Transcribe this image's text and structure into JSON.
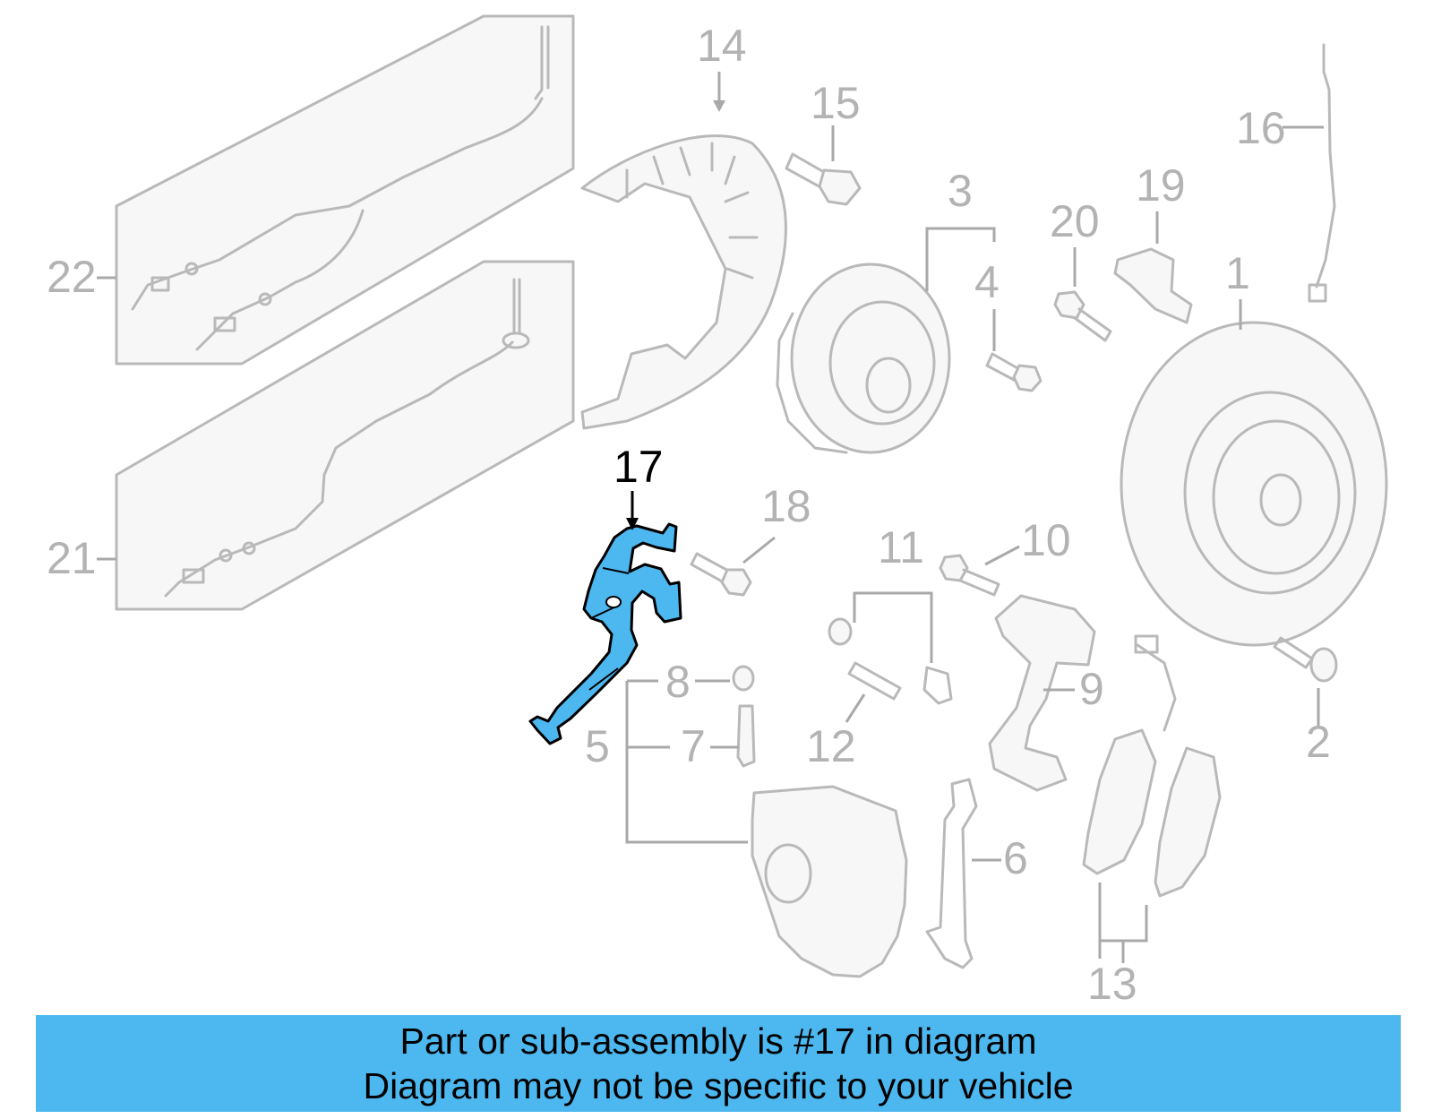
{
  "diagram": {
    "highlight_color": "#4db8f0",
    "line_color": "#b9b9b9",
    "callouts": [
      {
        "id": "1",
        "label": "1"
      },
      {
        "id": "2",
        "label": "2"
      },
      {
        "id": "3",
        "label": "3"
      },
      {
        "id": "4",
        "label": "4"
      },
      {
        "id": "5",
        "label": "5"
      },
      {
        "id": "6",
        "label": "6"
      },
      {
        "id": "7",
        "label": "7"
      },
      {
        "id": "8",
        "label": "8"
      },
      {
        "id": "9",
        "label": "9"
      },
      {
        "id": "10",
        "label": "10"
      },
      {
        "id": "11",
        "label": "11"
      },
      {
        "id": "12",
        "label": "12"
      },
      {
        "id": "13",
        "label": "13"
      },
      {
        "id": "14",
        "label": "14"
      },
      {
        "id": "15",
        "label": "15"
      },
      {
        "id": "16",
        "label": "16"
      },
      {
        "id": "17",
        "label": "17",
        "highlighted": true
      },
      {
        "id": "18",
        "label": "18"
      },
      {
        "id": "19",
        "label": "19"
      },
      {
        "id": "20",
        "label": "20"
      },
      {
        "id": "21",
        "label": "21"
      },
      {
        "id": "22",
        "label": "22"
      }
    ]
  },
  "caption": {
    "line1": "Part or sub-assembly is #17 in diagram",
    "line2": "Diagram may not be specific to your vehicle"
  }
}
